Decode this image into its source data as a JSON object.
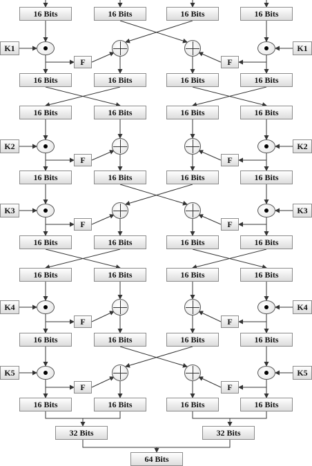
{
  "blocks": {
    "bits16": "16 Bits",
    "bits32": "32 Bits",
    "bits64": "64 Bits"
  },
  "function_label": "F",
  "keys": [
    "K1",
    "K2",
    "K3",
    "K4",
    "K5"
  ]
}
